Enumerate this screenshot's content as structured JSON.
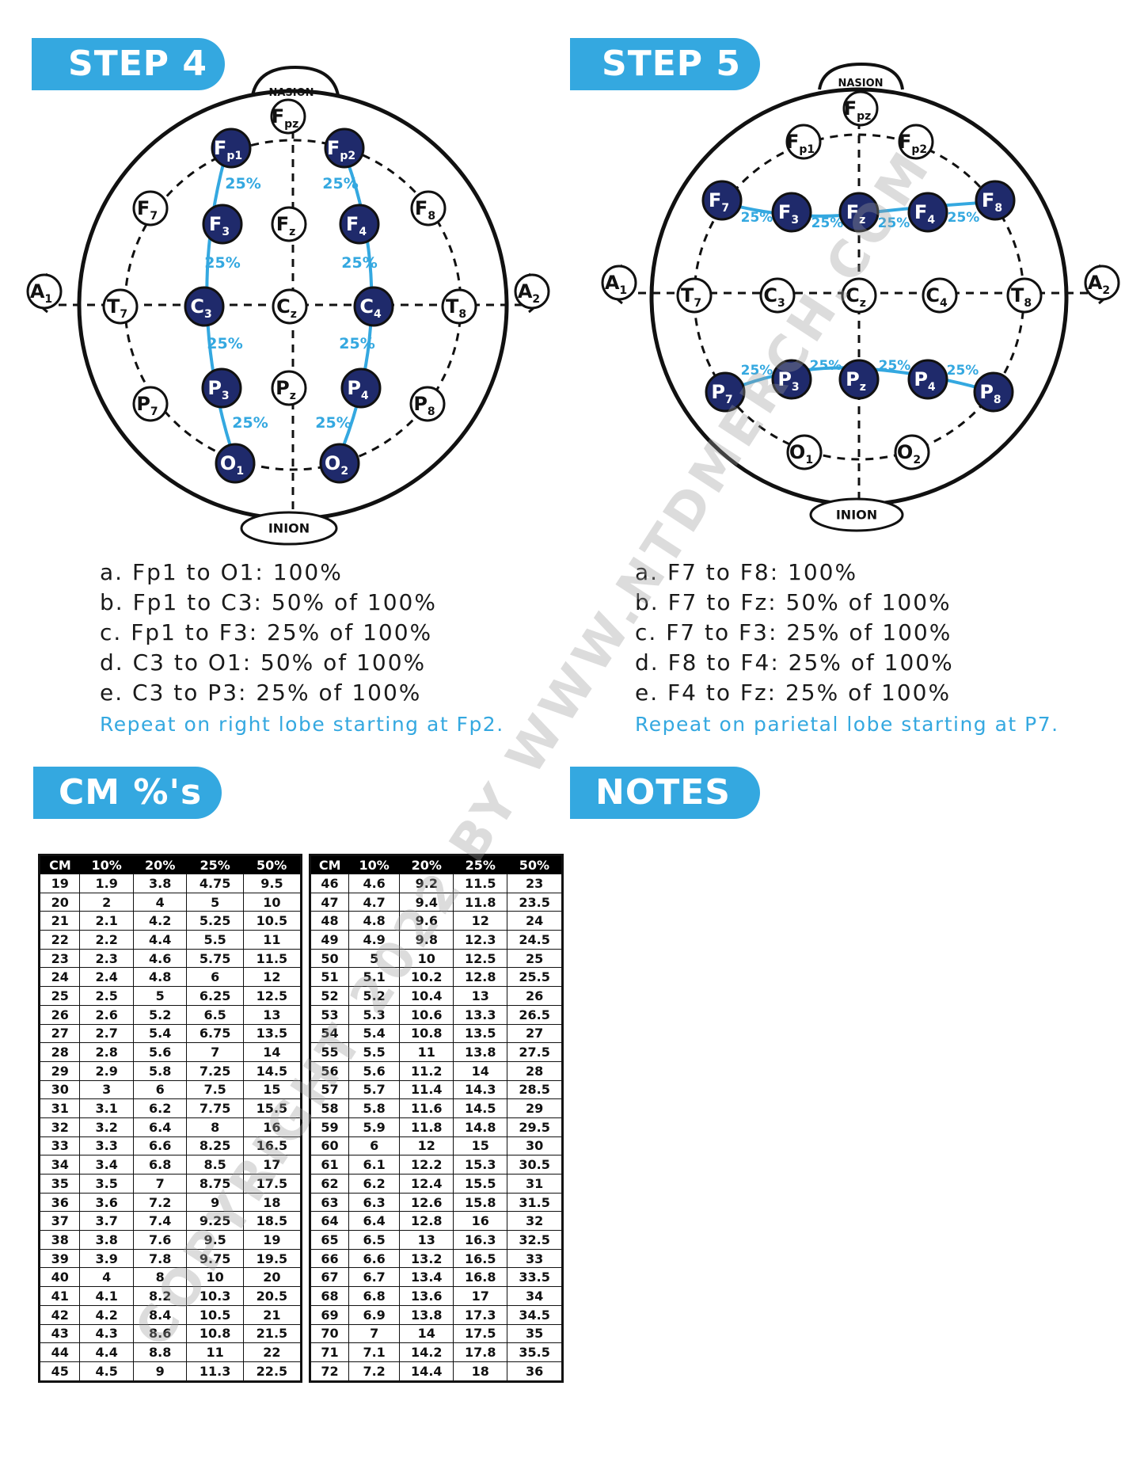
{
  "step4": {
    "banner": "STEP 4",
    "landmarks": {
      "nasion": "NASION",
      "inion": "INION"
    },
    "percent_label": "25%",
    "instructions": [
      "a. Fp1 to O1: 100%",
      "b. Fp1 to C3: 50% of 100%",
      "c. Fp1 to F3: 25% of 100%",
      "d. C3 to O1: 50% of 100%",
      "e. C3 to P3: 25% of 100%"
    ],
    "note": "Repeat on right lobe starting at Fp2."
  },
  "step5": {
    "banner": "STEP 5",
    "landmarks": {
      "nasion": "NASION",
      "inion": "INION"
    },
    "percent_label": "25%",
    "instructions": [
      "a. F7 to F8: 100%",
      "b. F7 to Fz: 50% of 100%",
      "c. F7 to F3: 25% of 100%",
      "d. F8 to F4: 25% of 100%",
      "e. F4 to Fz: 25% of 100%"
    ],
    "note": "Repeat on parietal lobe starting at P7."
  },
  "electrodes": {
    "Fpz": {
      "main": "F",
      "sub": "pz"
    },
    "Fp1": {
      "main": "F",
      "sub": "p1"
    },
    "Fp2": {
      "main": "F",
      "sub": "p2"
    },
    "F7": {
      "main": "F",
      "sub": "7"
    },
    "F3": {
      "main": "F",
      "sub": "3"
    },
    "Fz": {
      "main": "F",
      "sub": "z"
    },
    "F4": {
      "main": "F",
      "sub": "4"
    },
    "F8": {
      "main": "F",
      "sub": "8"
    },
    "A1": {
      "main": "A",
      "sub": "1"
    },
    "A2": {
      "main": "A",
      "sub": "2"
    },
    "T7": {
      "main": "T",
      "sub": "7"
    },
    "C3": {
      "main": "C",
      "sub": "3"
    },
    "Cz": {
      "main": "C",
      "sub": "z"
    },
    "C4": {
      "main": "C",
      "sub": "4"
    },
    "T8": {
      "main": "T",
      "sub": "8"
    },
    "P7": {
      "main": "P",
      "sub": "7"
    },
    "P3": {
      "main": "P",
      "sub": "3"
    },
    "Pz": {
      "main": "P",
      "sub": "z"
    },
    "P4": {
      "main": "P",
      "sub": "4"
    },
    "P8": {
      "main": "P",
      "sub": "8"
    },
    "O1": {
      "main": "O",
      "sub": "1"
    },
    "O2": {
      "main": "O",
      "sub": "2"
    }
  },
  "cm_banner": "CM %'s",
  "notes_banner": "NOTES",
  "table": {
    "headers": [
      "CM",
      "10%",
      "20%",
      "25%",
      "50%"
    ],
    "left_rows": [
      [
        "19",
        "1.9",
        "3.8",
        "4.75",
        "9.5"
      ],
      [
        "20",
        "2",
        "4",
        "5",
        "10"
      ],
      [
        "21",
        "2.1",
        "4.2",
        "5.25",
        "10.5"
      ],
      [
        "22",
        "2.2",
        "4.4",
        "5.5",
        "11"
      ],
      [
        "23",
        "2.3",
        "4.6",
        "5.75",
        "11.5"
      ],
      [
        "24",
        "2.4",
        "4.8",
        "6",
        "12"
      ],
      [
        "25",
        "2.5",
        "5",
        "6.25",
        "12.5"
      ],
      [
        "26",
        "2.6",
        "5.2",
        "6.5",
        "13"
      ],
      [
        "27",
        "2.7",
        "5.4",
        "6.75",
        "13.5"
      ],
      [
        "28",
        "2.8",
        "5.6",
        "7",
        "14"
      ],
      [
        "29",
        "2.9",
        "5.8",
        "7.25",
        "14.5"
      ],
      [
        "30",
        "3",
        "6",
        "7.5",
        "15"
      ],
      [
        "31",
        "3.1",
        "6.2",
        "7.75",
        "15.5"
      ],
      [
        "32",
        "3.2",
        "6.4",
        "8",
        "16"
      ],
      [
        "33",
        "3.3",
        "6.6",
        "8.25",
        "16.5"
      ],
      [
        "34",
        "3.4",
        "6.8",
        "8.5",
        "17"
      ],
      [
        "35",
        "3.5",
        "7",
        "8.75",
        "17.5"
      ],
      [
        "36",
        "3.6",
        "7.2",
        "9",
        "18"
      ],
      [
        "37",
        "3.7",
        "7.4",
        "9.25",
        "18.5"
      ],
      [
        "38",
        "3.8",
        "7.6",
        "9.5",
        "19"
      ],
      [
        "39",
        "3.9",
        "7.8",
        "9.75",
        "19.5"
      ],
      [
        "40",
        "4",
        "8",
        "10",
        "20"
      ],
      [
        "41",
        "4.1",
        "8.2",
        "10.3",
        "20.5"
      ],
      [
        "42",
        "4.2",
        "8.4",
        "10.5",
        "21"
      ],
      [
        "43",
        "4.3",
        "8.6",
        "10.8",
        "21.5"
      ],
      [
        "44",
        "4.4",
        "8.8",
        "11",
        "22"
      ],
      [
        "45",
        "4.5",
        "9",
        "11.3",
        "22.5"
      ]
    ],
    "right_rows": [
      [
        "46",
        "4.6",
        "9.2",
        "11.5",
        "23"
      ],
      [
        "47",
        "4.7",
        "9.4",
        "11.8",
        "23.5"
      ],
      [
        "48",
        "4.8",
        "9.6",
        "12",
        "24"
      ],
      [
        "49",
        "4.9",
        "9.8",
        "12.3",
        "24.5"
      ],
      [
        "50",
        "5",
        "10",
        "12.5",
        "25"
      ],
      [
        "51",
        "5.1",
        "10.2",
        "12.8",
        "25.5"
      ],
      [
        "52",
        "5.2",
        "10.4",
        "13",
        "26"
      ],
      [
        "53",
        "5.3",
        "10.6",
        "13.3",
        "26.5"
      ],
      [
        "54",
        "5.4",
        "10.8",
        "13.5",
        "27"
      ],
      [
        "55",
        "5.5",
        "11",
        "13.8",
        "27.5"
      ],
      [
        "56",
        "5.6",
        "11.2",
        "14",
        "28"
      ],
      [
        "57",
        "5.7",
        "11.4",
        "14.3",
        "28.5"
      ],
      [
        "58",
        "5.8",
        "11.6",
        "14.5",
        "29"
      ],
      [
        "59",
        "5.9",
        "11.8",
        "14.8",
        "29.5"
      ],
      [
        "60",
        "6",
        "12",
        "15",
        "30"
      ],
      [
        "61",
        "6.1",
        "12.2",
        "15.3",
        "30.5"
      ],
      [
        "62",
        "6.2",
        "12.4",
        "15.5",
        "31"
      ],
      [
        "63",
        "6.3",
        "12.6",
        "15.8",
        "31.5"
      ],
      [
        "64",
        "6.4",
        "12.8",
        "16",
        "32"
      ],
      [
        "65",
        "6.5",
        "13",
        "16.3",
        "32.5"
      ],
      [
        "66",
        "6.6",
        "13.2",
        "16.5",
        "33"
      ],
      [
        "67",
        "6.7",
        "13.4",
        "16.8",
        "33.5"
      ],
      [
        "68",
        "6.8",
        "13.6",
        "17",
        "34"
      ],
      [
        "69",
        "6.9",
        "13.8",
        "17.3",
        "34.5"
      ],
      [
        "70",
        "7",
        "14",
        "17.5",
        "35"
      ],
      [
        "71",
        "7.1",
        "14.2",
        "17.8",
        "35.5"
      ],
      [
        "72",
        "7.2",
        "14.4",
        "18",
        "36"
      ]
    ]
  },
  "watermark": "COPYRIGHT 2022 BY WWW.NTDMERCH.COM",
  "colors": {
    "accent": "#34a8e0",
    "electrode_fill": "#1f2a6b",
    "text": "#1a1a1a"
  }
}
